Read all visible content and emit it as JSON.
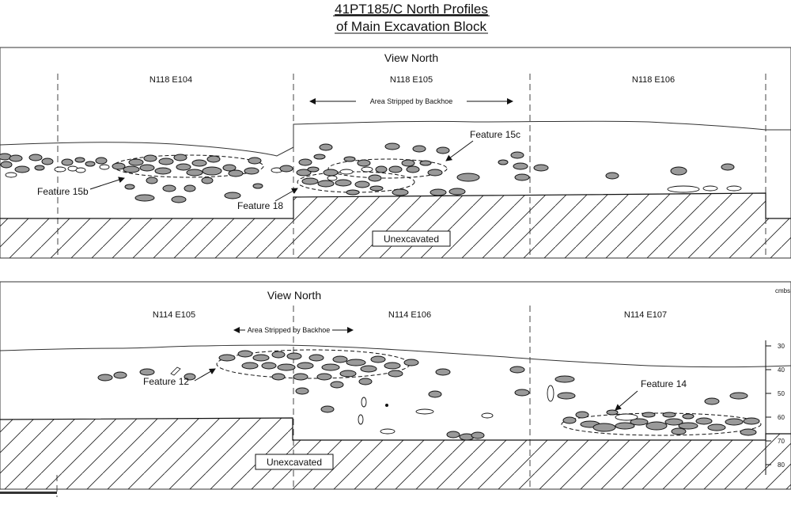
{
  "title": {
    "line1": "41PT185/C North Profiles",
    "line2": "of Main Excavation Block"
  },
  "top_panel": {
    "view_label": "View North",
    "units": [
      "N118 E104",
      "N118 E105",
      "N118 E106"
    ],
    "stripped_label": "Area Stripped by Backhoe",
    "features": [
      "Feature 15c",
      "Feature 15b",
      "Feature 18"
    ],
    "unexcavated_label": "Unexcavated"
  },
  "bottom_panel": {
    "view_label": "View North",
    "units": [
      "N114 E105",
      "N114 E106",
      "N114 E107"
    ],
    "stripped_label": "Area Stripped by Backhoe",
    "features": [
      "Feature 12",
      "Feature 14"
    ],
    "unexcavated_label": "Unexcavated",
    "depth_scale": {
      "unit": "cmbs",
      "ticks": [
        "30",
        "40",
        "50",
        "60",
        "70",
        "80"
      ]
    }
  },
  "colors": {
    "rock_fill": "#9a9a9a",
    "outline": "#111111",
    "background": "#ffffff"
  }
}
